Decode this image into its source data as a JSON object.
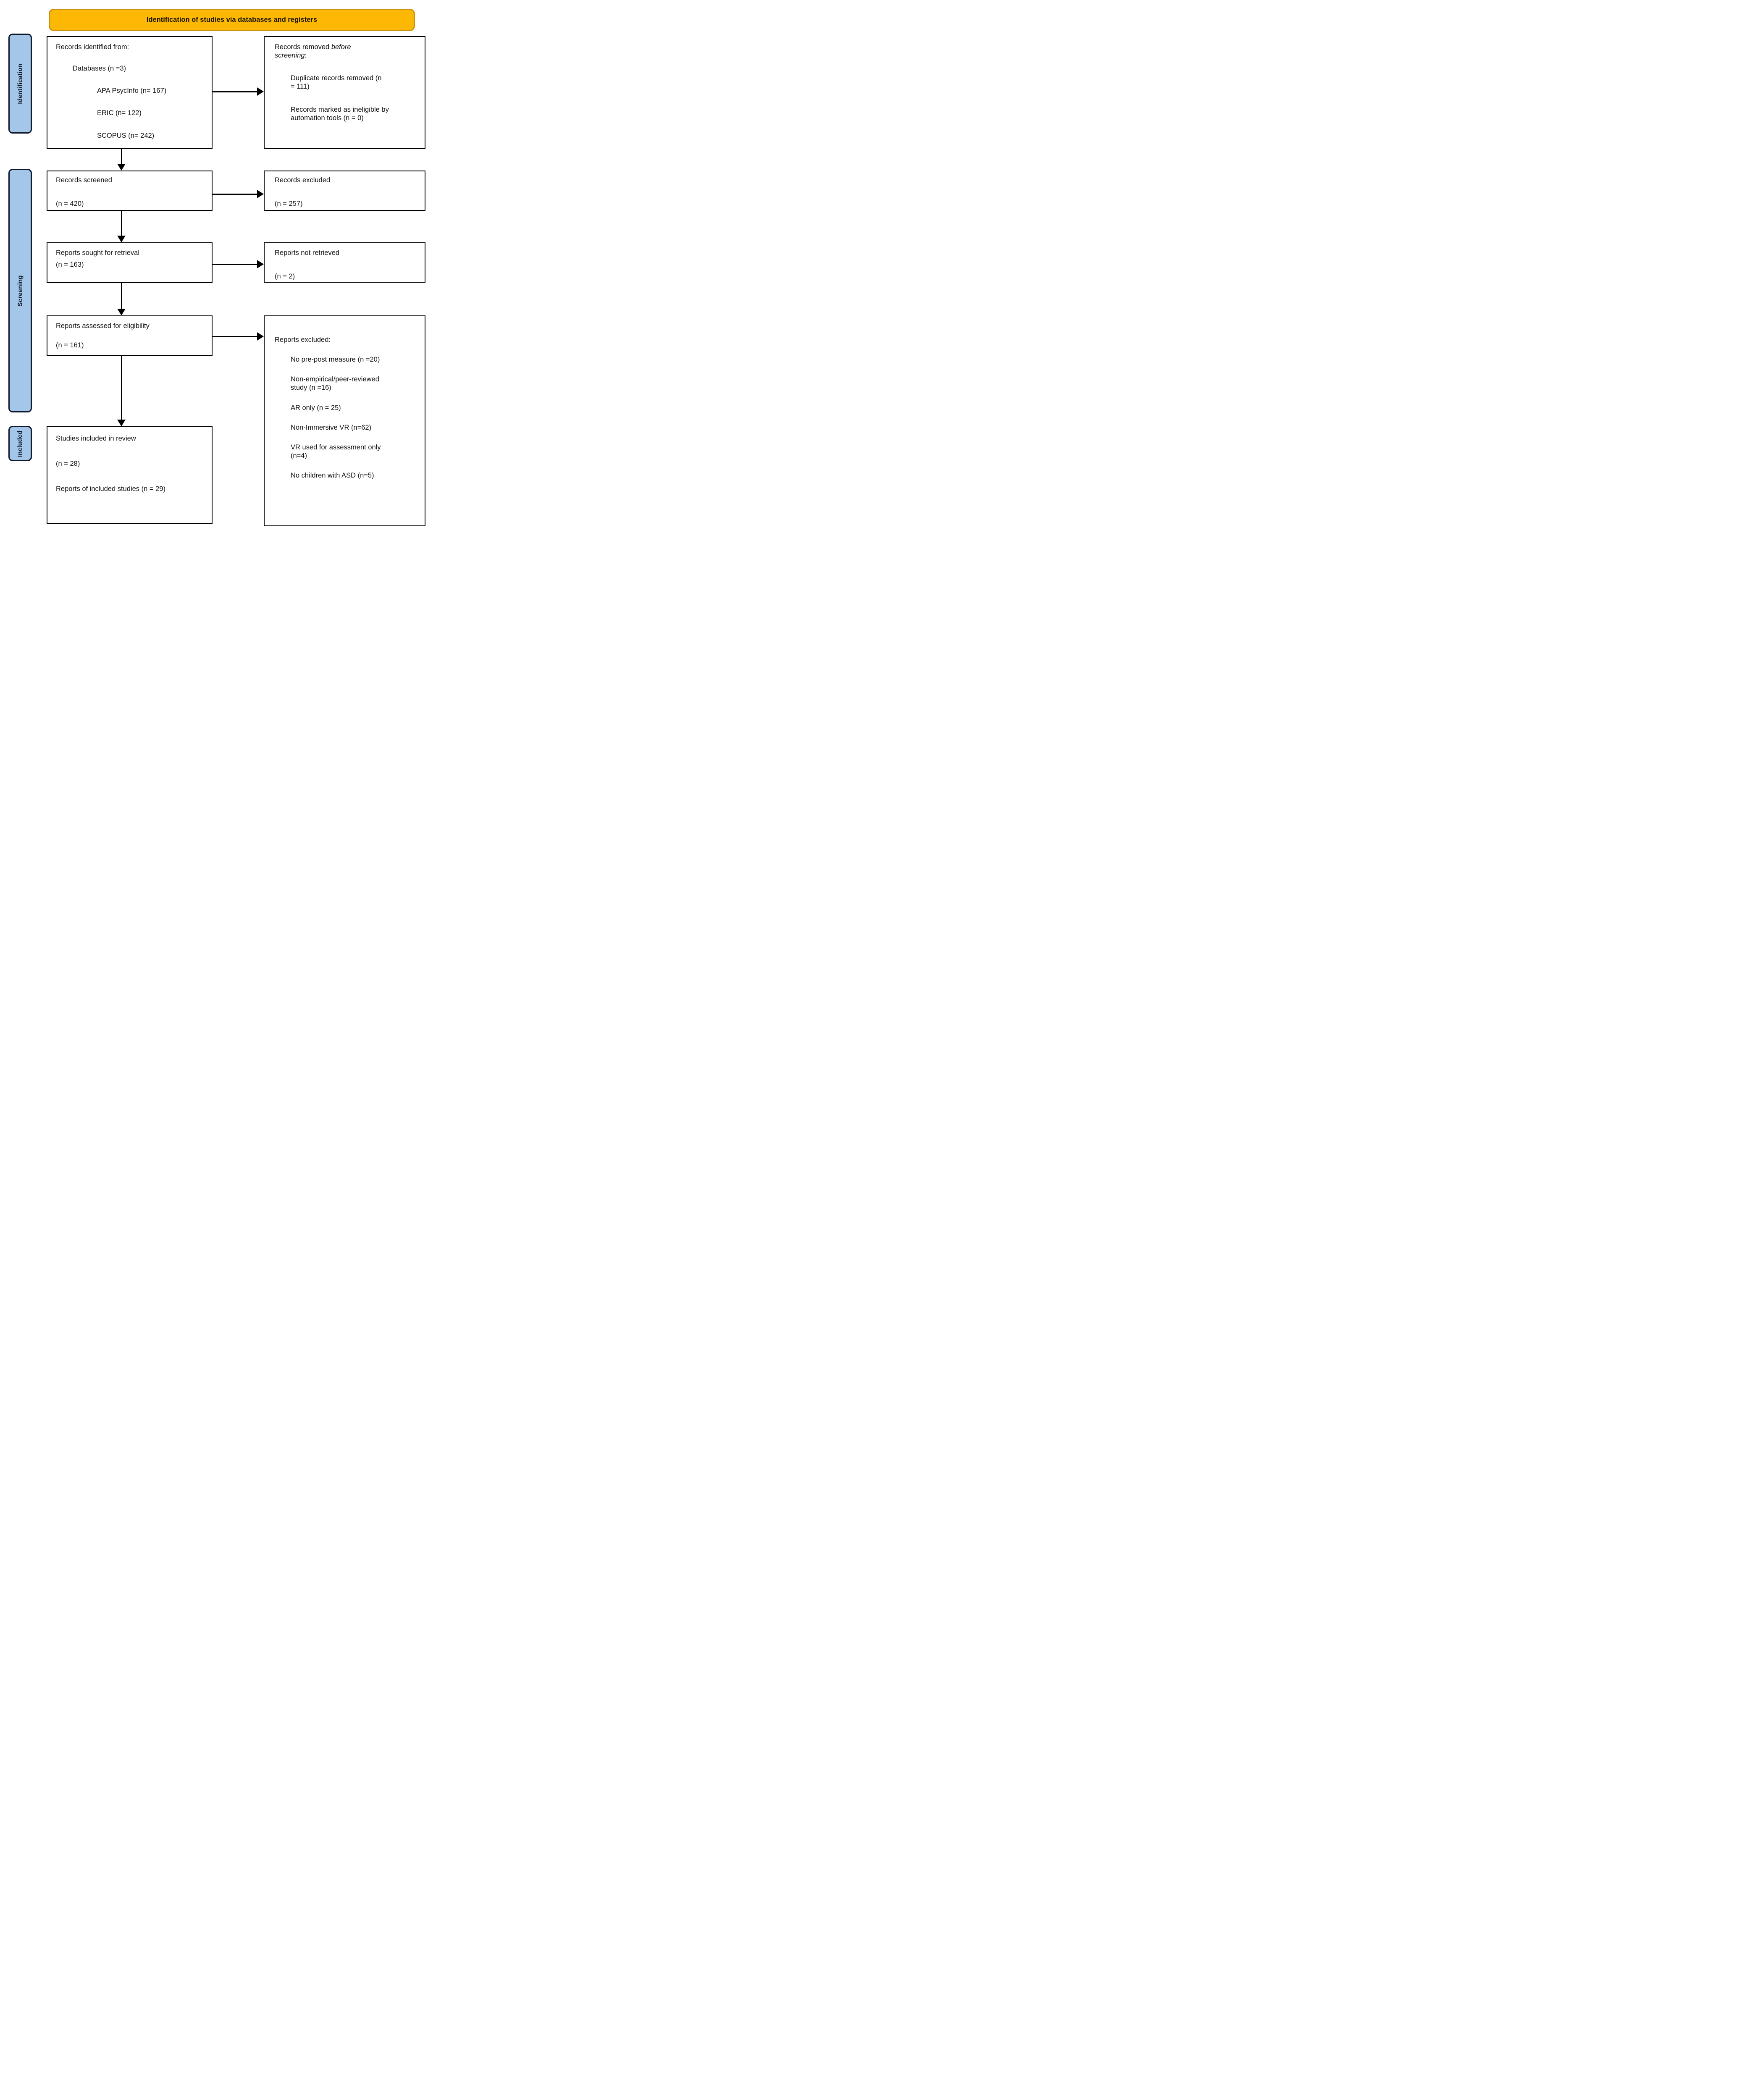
{
  "header": {
    "title": "Identification of studies via databases and registers"
  },
  "stages": {
    "identification": "Identification",
    "screening": "Screening",
    "included": "Included"
  },
  "colors": {
    "header_bg": "#FCB805",
    "header_border": "#C9920E",
    "stage_bg": "#A3C6E9",
    "stage_border": "#10192B",
    "box_border": "#000000",
    "text": "#111111"
  },
  "flow": {
    "records_identified": {
      "title": "Records identified from:",
      "databases": "Databases (n =3)",
      "sources": [
        "APA PsycInfo (n= 167)",
        "ERIC (n= 122)",
        "SCOPUS (n= 242)"
      ]
    },
    "records_removed": {
      "title_prefix": "Records removed ",
      "title_italic": "before screening",
      "title_suffix": ":",
      "items": [
        "Duplicate records removed (n = 111)",
        "Records marked as ineligible by automation tools (n = 0)"
      ]
    },
    "records_screened": {
      "title": "Records screened",
      "n": "(n = 420)"
    },
    "records_excluded": {
      "title": "Records excluded",
      "n": "(n = 257)"
    },
    "reports_sought": {
      "title": "Reports sought for retrieval",
      "n": "(n = 163)"
    },
    "reports_not_retrieved": {
      "title": "Reports not retrieved",
      "n": "(n = 2)"
    },
    "reports_assessed": {
      "title": "Reports assessed for eligibility",
      "n": "(n = 161)"
    },
    "reports_excluded": {
      "title": "Reports excluded:",
      "items": [
        "No pre-post measure (n =20)",
        "Non-empirical/peer-reviewed study (n =16)",
        "AR only (n = 25)",
        "Non-Immersive VR (n=62)",
        "VR used for assessment only (n=4)",
        "No children with ASD (n=5)"
      ]
    },
    "studies_included": {
      "title": "Studies included in review",
      "n": "(n = 28)",
      "reports": "Reports of included studies (n = 29)"
    }
  }
}
